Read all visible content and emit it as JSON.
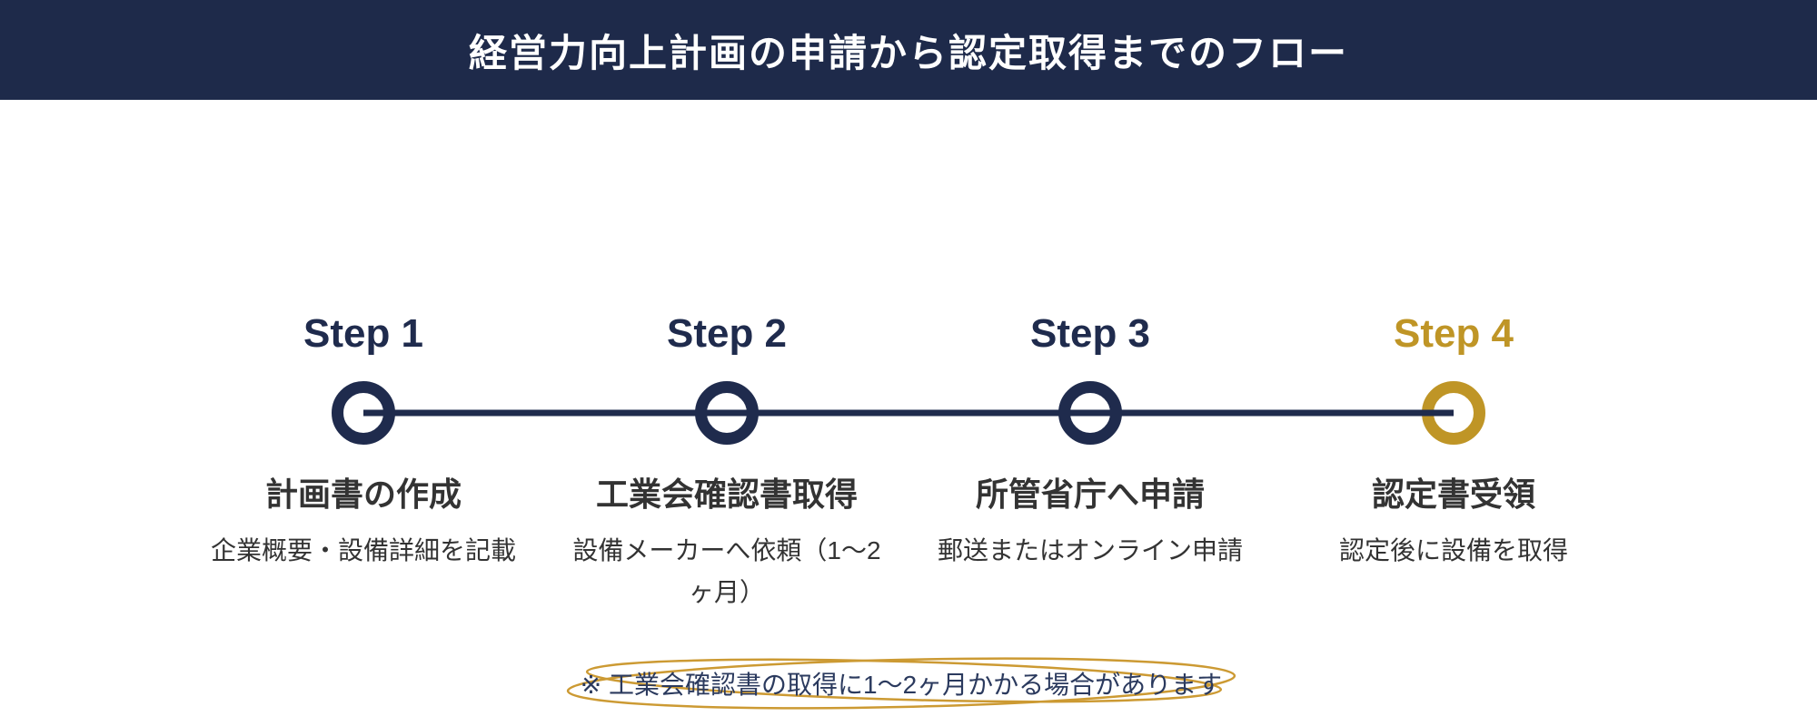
{
  "header": {
    "title": "経営力向上計画の申請から認定取得までのフロー"
  },
  "steps": [
    {
      "label": "Step 1",
      "title": "計画書の作成",
      "description": "企業概要・設備詳細を記載",
      "accent": "#1f2b4d"
    },
    {
      "label": "Step 2",
      "title": "工業会確認書取得",
      "description": "設備メーカーへ依頼（1〜2\nヶ月）",
      "accent": "#1f2b4d"
    },
    {
      "label": "Step 3",
      "title": "所管省庁へ申請",
      "description": "郵送またはオンライン申請",
      "accent": "#1f2b4d"
    },
    {
      "label": "Step 4",
      "title": "認定書受領",
      "description": "認定後に設備を取得",
      "accent": "#bf9526"
    }
  ],
  "note": {
    "text": "※ 工業会確認書の取得に1〜2ヶ月かかる場合があります"
  },
  "colors": {
    "banner_background": "#1e2a4a",
    "navy": "#1f2b4d",
    "gold": "#bf9526",
    "ellipse_gold": "#cc9a33",
    "title_text": "#ffffff",
    "body_text": "#333333",
    "note_text": "#2b3a5e",
    "page_background": "#ffffff"
  }
}
